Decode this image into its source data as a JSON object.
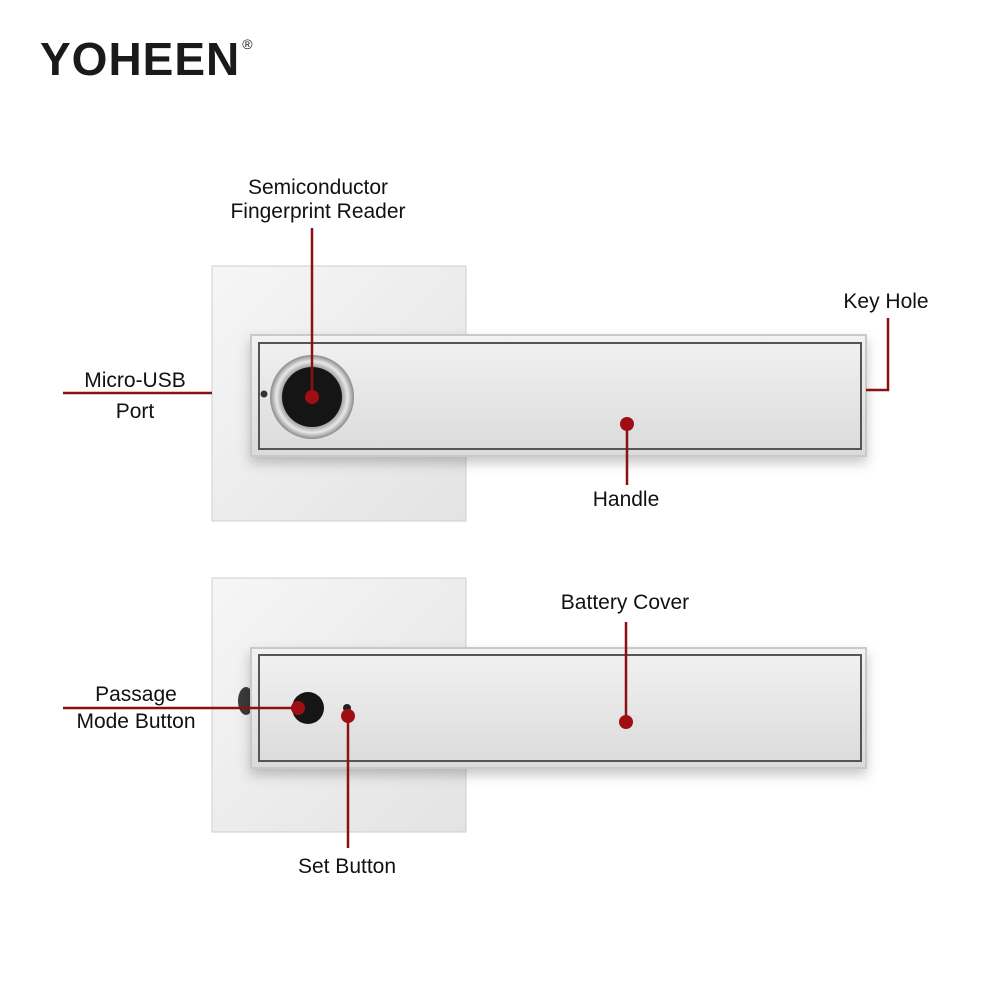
{
  "brand": {
    "name": "YOHEEN",
    "mark": "®"
  },
  "labels": {
    "fingerprint_line1": "Semiconductor",
    "fingerprint_line2": "Fingerprint Reader",
    "key_hole": "Key Hole",
    "usb_line1": "Micro-USB",
    "usb_line2": "Port",
    "handle": "Handle",
    "battery_cover": "Battery Cover",
    "passage_line1": "Passage",
    "passage_line2": "Mode Button",
    "set_button": "Set Button"
  },
  "colors": {
    "accent": "#a00d12",
    "plate": "#ececec",
    "lever": "#e4e4e4"
  }
}
